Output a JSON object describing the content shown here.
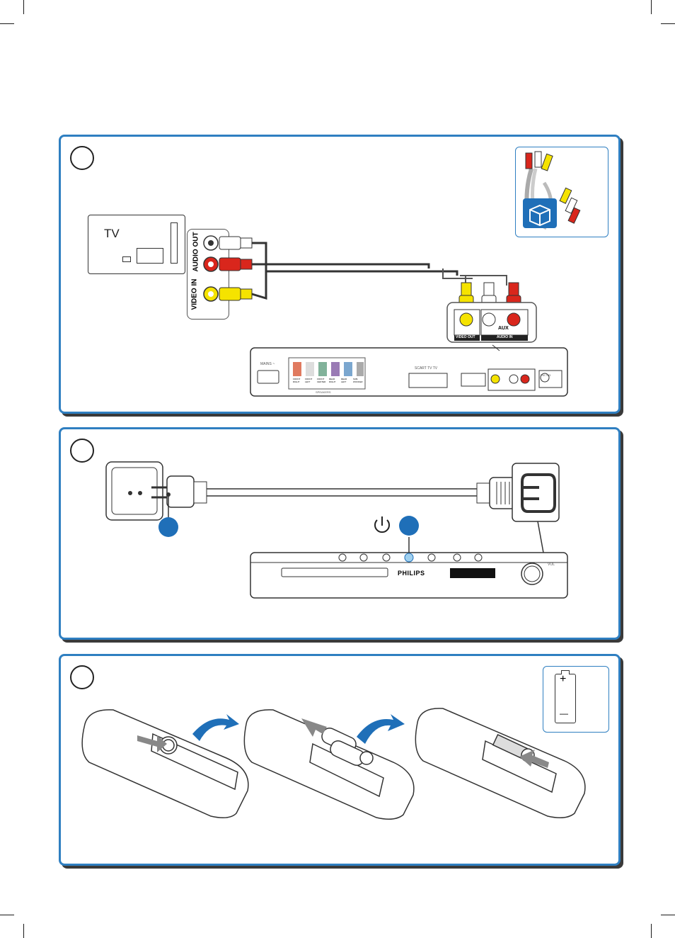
{
  "colors": {
    "panel_border": "#2f7fc1",
    "accent_blue": "#1f6fb8",
    "cable_yellow": "#f5e300",
    "cable_red": "#d9261c",
    "cable_white": "#ffffff"
  },
  "panel1": {
    "tv_label": "TV",
    "tv_audio_out_label": "AUDIO OUT",
    "tv_video_in_label": "VIDEO IN",
    "aux_label": "AUX",
    "video_out_label": "VIDEO OUT",
    "audio_in_label": "AUDIO IN",
    "rear_scart_label": "SCART TV TV",
    "rear_hdmi_label": "MAINS ~",
    "rear_speakers_label": "SPEAKERS",
    "rear_fmfm_label": "FM 75Ω",
    "rear_speaker_ports": [
      "FRONT RIGHT",
      "FRONT LEFT",
      "FRONT CENTER",
      "REAR RIGHT",
      "REAR LEFT",
      "SUB-WOOFER"
    ],
    "package_icon": "box-icon"
  },
  "panel2": {
    "brand": "PHILIPS",
    "vol_label": "VOL",
    "power_icon": "power-icon"
  },
  "panel3": {
    "battery_icon": "battery-icon",
    "plus_sign": "+",
    "minus_sign": "—"
  }
}
